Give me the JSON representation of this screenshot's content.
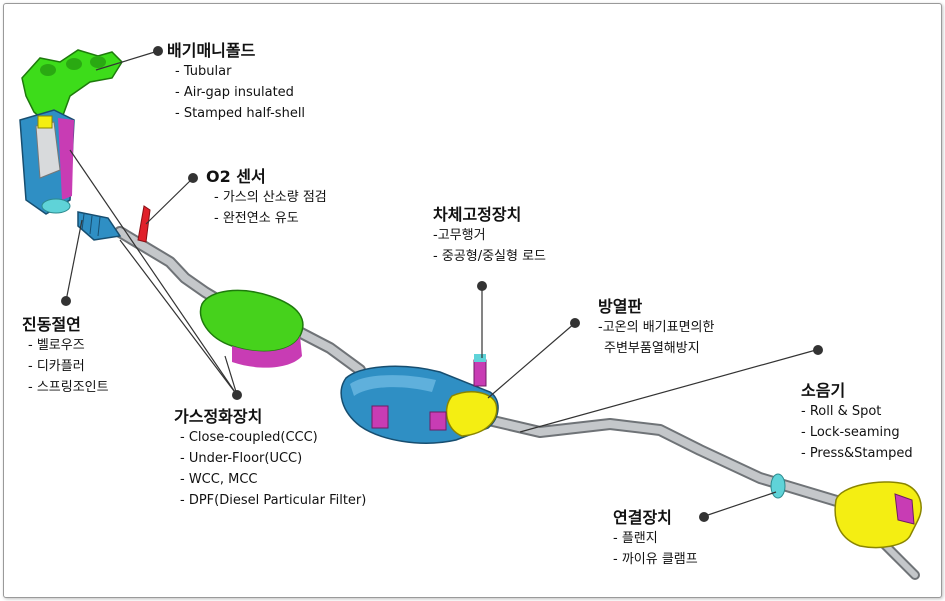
{
  "labels": {
    "manifold": {
      "title": "배기매니폴드",
      "items": [
        "- Tubular",
        "- Air-gap insulated",
        "- Stamped half-shell"
      ]
    },
    "o2_sensor": {
      "title": "O2 센서",
      "items": [
        "- 가스의 산소량 점검",
        "- 완전연소 유도"
      ]
    },
    "vibration": {
      "title": "진동절연",
      "items": [
        "- 벨로우즈",
        "- 디카플러",
        "- 스프링조인트"
      ]
    },
    "converter": {
      "title": "가스정화장치",
      "items": [
        "- Close-coupled(CCC)",
        "- Under-Floor(UCC)",
        "- WCC, MCC",
        "- DPF(Diesel Particular Filter)"
      ]
    },
    "body_mount": {
      "title": "차체고정장치",
      "items": [
        "-고무행거",
        "- 중공형/중실형 로드"
      ]
    },
    "heat_shield": {
      "title": "방열판",
      "items": [
        "-고온의 배기표면의한",
        "주변부품열해방지"
      ]
    },
    "muffler": {
      "title": "소음기",
      "items": [
        "- Roll & Spot",
        "- Lock-seaming",
        "- Press&Stamped"
      ]
    },
    "connector": {
      "title": "연결장치",
      "items": [
        "- 플랜지",
        "- 까이유 클램프"
      ]
    }
  },
  "colors": {
    "pipe": "#b9bcc0",
    "manifold_green": "#3ddc1a",
    "catalyst_blue": "#2f8fc4",
    "converter_green": "#46d21c",
    "muffler_yellow": "#f4ee12",
    "hanger_magenta": "#c83cb4",
    "clamp_cyan": "#5fd3d8",
    "leader": "#333333"
  }
}
